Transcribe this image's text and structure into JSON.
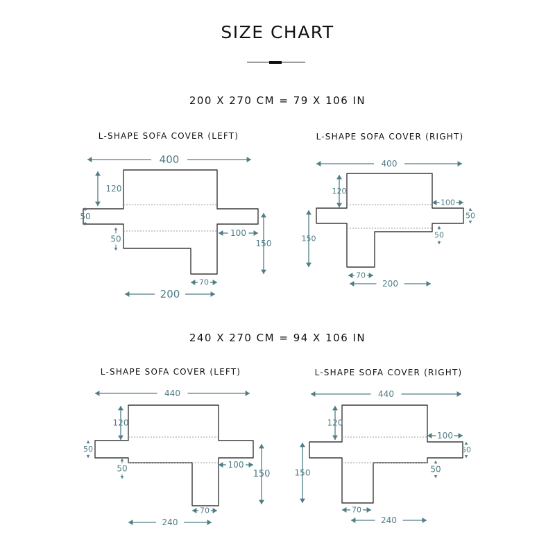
{
  "title": "SIZE CHART",
  "colors": {
    "dimension": "#4f7d86",
    "outline": "#3a3a3a",
    "fold": "#9a9a9a"
  },
  "sections": [
    {
      "size_label": "200 X 270 CM = 79 X 106 IN",
      "panels": [
        {
          "label": "L-SHAPE SOFA COVER (LEFT)",
          "width": "400",
          "seat": "120",
          "arm_height": "50",
          "arm_length": "100",
          "lower": "50",
          "height": "150",
          "ext": "70",
          "base": "200"
        },
        {
          "label": "L-SHAPE SOFA COVER (RIGHT)",
          "width": "400",
          "seat": "120",
          "arm_height": "50",
          "arm_length": "100",
          "lower": "50",
          "height": "150",
          "ext": "70",
          "base": "200"
        }
      ]
    },
    {
      "size_label": "240 X 270 CM = 94 X 106 IN",
      "panels": [
        {
          "label": "L-SHAPE SOFA COVER (LEFT)",
          "width": "440",
          "seat": "120",
          "arm_height": "50",
          "arm_length": "100",
          "lower": "50",
          "height": "150",
          "ext": "70",
          "base": "240"
        },
        {
          "label": "L-SHAPE SOFA COVER (RIGHT)",
          "width": "440",
          "seat": "120",
          "arm_height": "50",
          "arm_length": "100",
          "lower": "50",
          "height": "150",
          "ext": "70",
          "base": "240"
        }
      ]
    }
  ]
}
